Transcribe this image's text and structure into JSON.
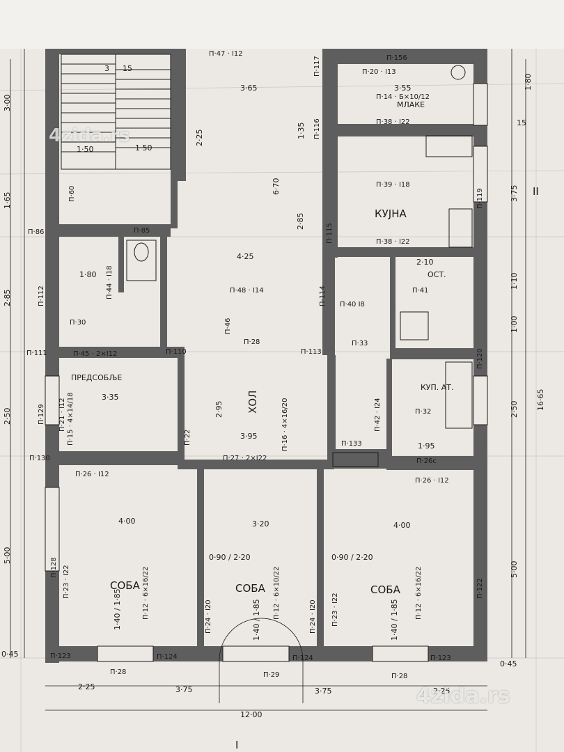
{
  "rooms": {
    "soba_left": "СОБА",
    "soba_mid": "СОБА",
    "soba_right": "СОБА",
    "hall": "ХОЛ",
    "predsoblje": "ПРЕДСОБЉЕ",
    "kujna": "КУЈНА",
    "kupat": "КУП. АТ.",
    "ost": "ОСТ.",
    "mlake": "МЛАКЕ"
  },
  "dimensions": {
    "overall_width": "12·00",
    "overall_depth": "16·65",
    "bottom_1": "2·25",
    "bottom_2": "3·75",
    "bottom_3": "3·75",
    "bottom_4": "2·25",
    "left_1": "3·00",
    "left_2": "1·65",
    "left_3": "2·85",
    "left_4": "2·50",
    "left_5": "5·00",
    "right_1": "1·80",
    "right_2": "3·75",
    "right_3": "1·10",
    "right_4": "1·00",
    "right_5": "2·50",
    "right_6": "5·00",
    "room_w_left": "4·00",
    "room_w_mid": "3·20",
    "room_w_right": "4·00",
    "hall_w": "3·95",
    "hall_d": "2·95",
    "pred_w": "3·35",
    "corr_d": "6·70",
    "corr_w": "3·65",
    "stair_d": "2·25",
    "v_285": "2·85",
    "h_425": "4·25",
    "v_135": "1·35",
    "door_090_220": "0·90 / 2·20",
    "win_140_185": "1·40 / 1·85",
    "h_195": "1·95",
    "h_210": "2·10",
    "h_355": "3·55",
    "h_180": "1·80",
    "h_150": "1·50",
    "v_045": "0·45",
    "v_015": "15"
  },
  "beams": {
    "p47": "П·47 · I12",
    "p156": "П·156",
    "p20": "П·20 · I13",
    "p14": "П·14 · Б×10/12",
    "p38a": "П·38 · I22",
    "p39": "П·39 · I18",
    "p38b": "П·38 · I22",
    "p48": "П·48 · I14",
    "p40": "П·40 I8",
    "p41": "П·41",
    "p28": "П·28",
    "p33": "П·33",
    "p45": "П·45 · 2×I12",
    "p110": "П·110",
    "p27": "П·27 · 2×I22",
    "p26a": "П·26 · I12",
    "p26b": "П·26 · I12",
    "p26c": "П·26с",
    "p133": "П·133",
    "p32": "П·32",
    "p42": "П·42 · I24",
    "p16": "П·16 · 4×16/20",
    "p12a": "П·12 · 6×16/22",
    "p12b": "П·12 · 6×10/22",
    "p12c": "П·12 · 6×16/22",
    "p123a": "П·123",
    "p124a": "П·124",
    "p124b": "П·124",
    "p123b": "П·123",
    "p28b": "П·28",
    "p29": "П·29",
    "p28c": "П·28",
    "p30": "П·30",
    "p44": "П·44 · I18",
    "p85": "П·85",
    "p86": "П·86",
    "p111": "П·111",
    "p112": "П·112",
    "p129": "П·129",
    "p130": "П·130",
    "p128": "П·128",
    "p122": "П·122",
    "p119": "П·119",
    "p120": "П·120",
    "p115": "П·115",
    "p116": "П·116",
    "p117": "П·117",
    "p113": "П·113",
    "p114": "П·114",
    "p60": "П·60",
    "p15": "П·15 · 4×14/18",
    "p22": "П·22",
    "p21": "П·21 · I12",
    "p23a": "П·23 · I22",
    "p23b": "П·23 · I22",
    "p24a": "П·24 · I20",
    "p24b": "П·24 · I20",
    "p46": "П·46"
  },
  "marks": {
    "axis_ii": "II",
    "axis_i": "I",
    "stair_15": "15",
    "stair_3": "3"
  },
  "watermark": {
    "top": "4zida.rs",
    "bottom": "4zida.rs"
  },
  "colors": {
    "paper": "#ece9e4",
    "wall": "#5e5e5e",
    "line": "#1a1a1a"
  }
}
